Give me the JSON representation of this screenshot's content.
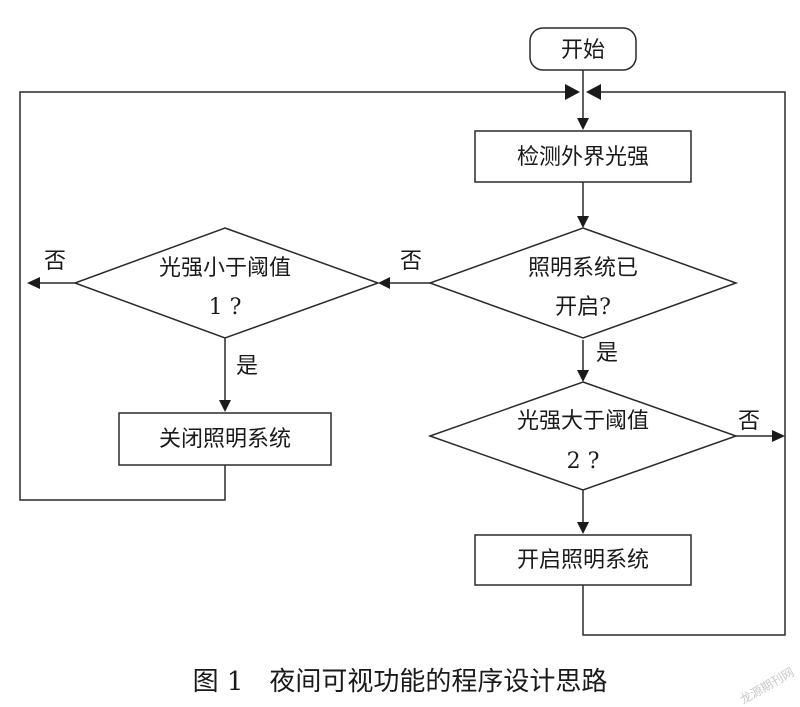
{
  "nodes": {
    "start": "开始",
    "detect": "检测外界光强",
    "lighting_on_q_line1": "照明系统已",
    "lighting_on_q_line2": "开启?",
    "below_threshold_q_line1": "光强小于阈值",
    "below_threshold_q_line2": "1 ?",
    "above_threshold_q_line1": "光强大于阈值",
    "above_threshold_q_line2": "2 ?",
    "turn_off": "关闭照明系统",
    "turn_on": "开启照明系统"
  },
  "edge_labels": {
    "lighting_on_no": "否",
    "lighting_on_yes": "是",
    "below_no": "否",
    "below_yes": "是",
    "above_no": "否"
  },
  "caption": "图 1　夜间可视功能的程序设计思路",
  "watermark": "龙源期刊网"
}
